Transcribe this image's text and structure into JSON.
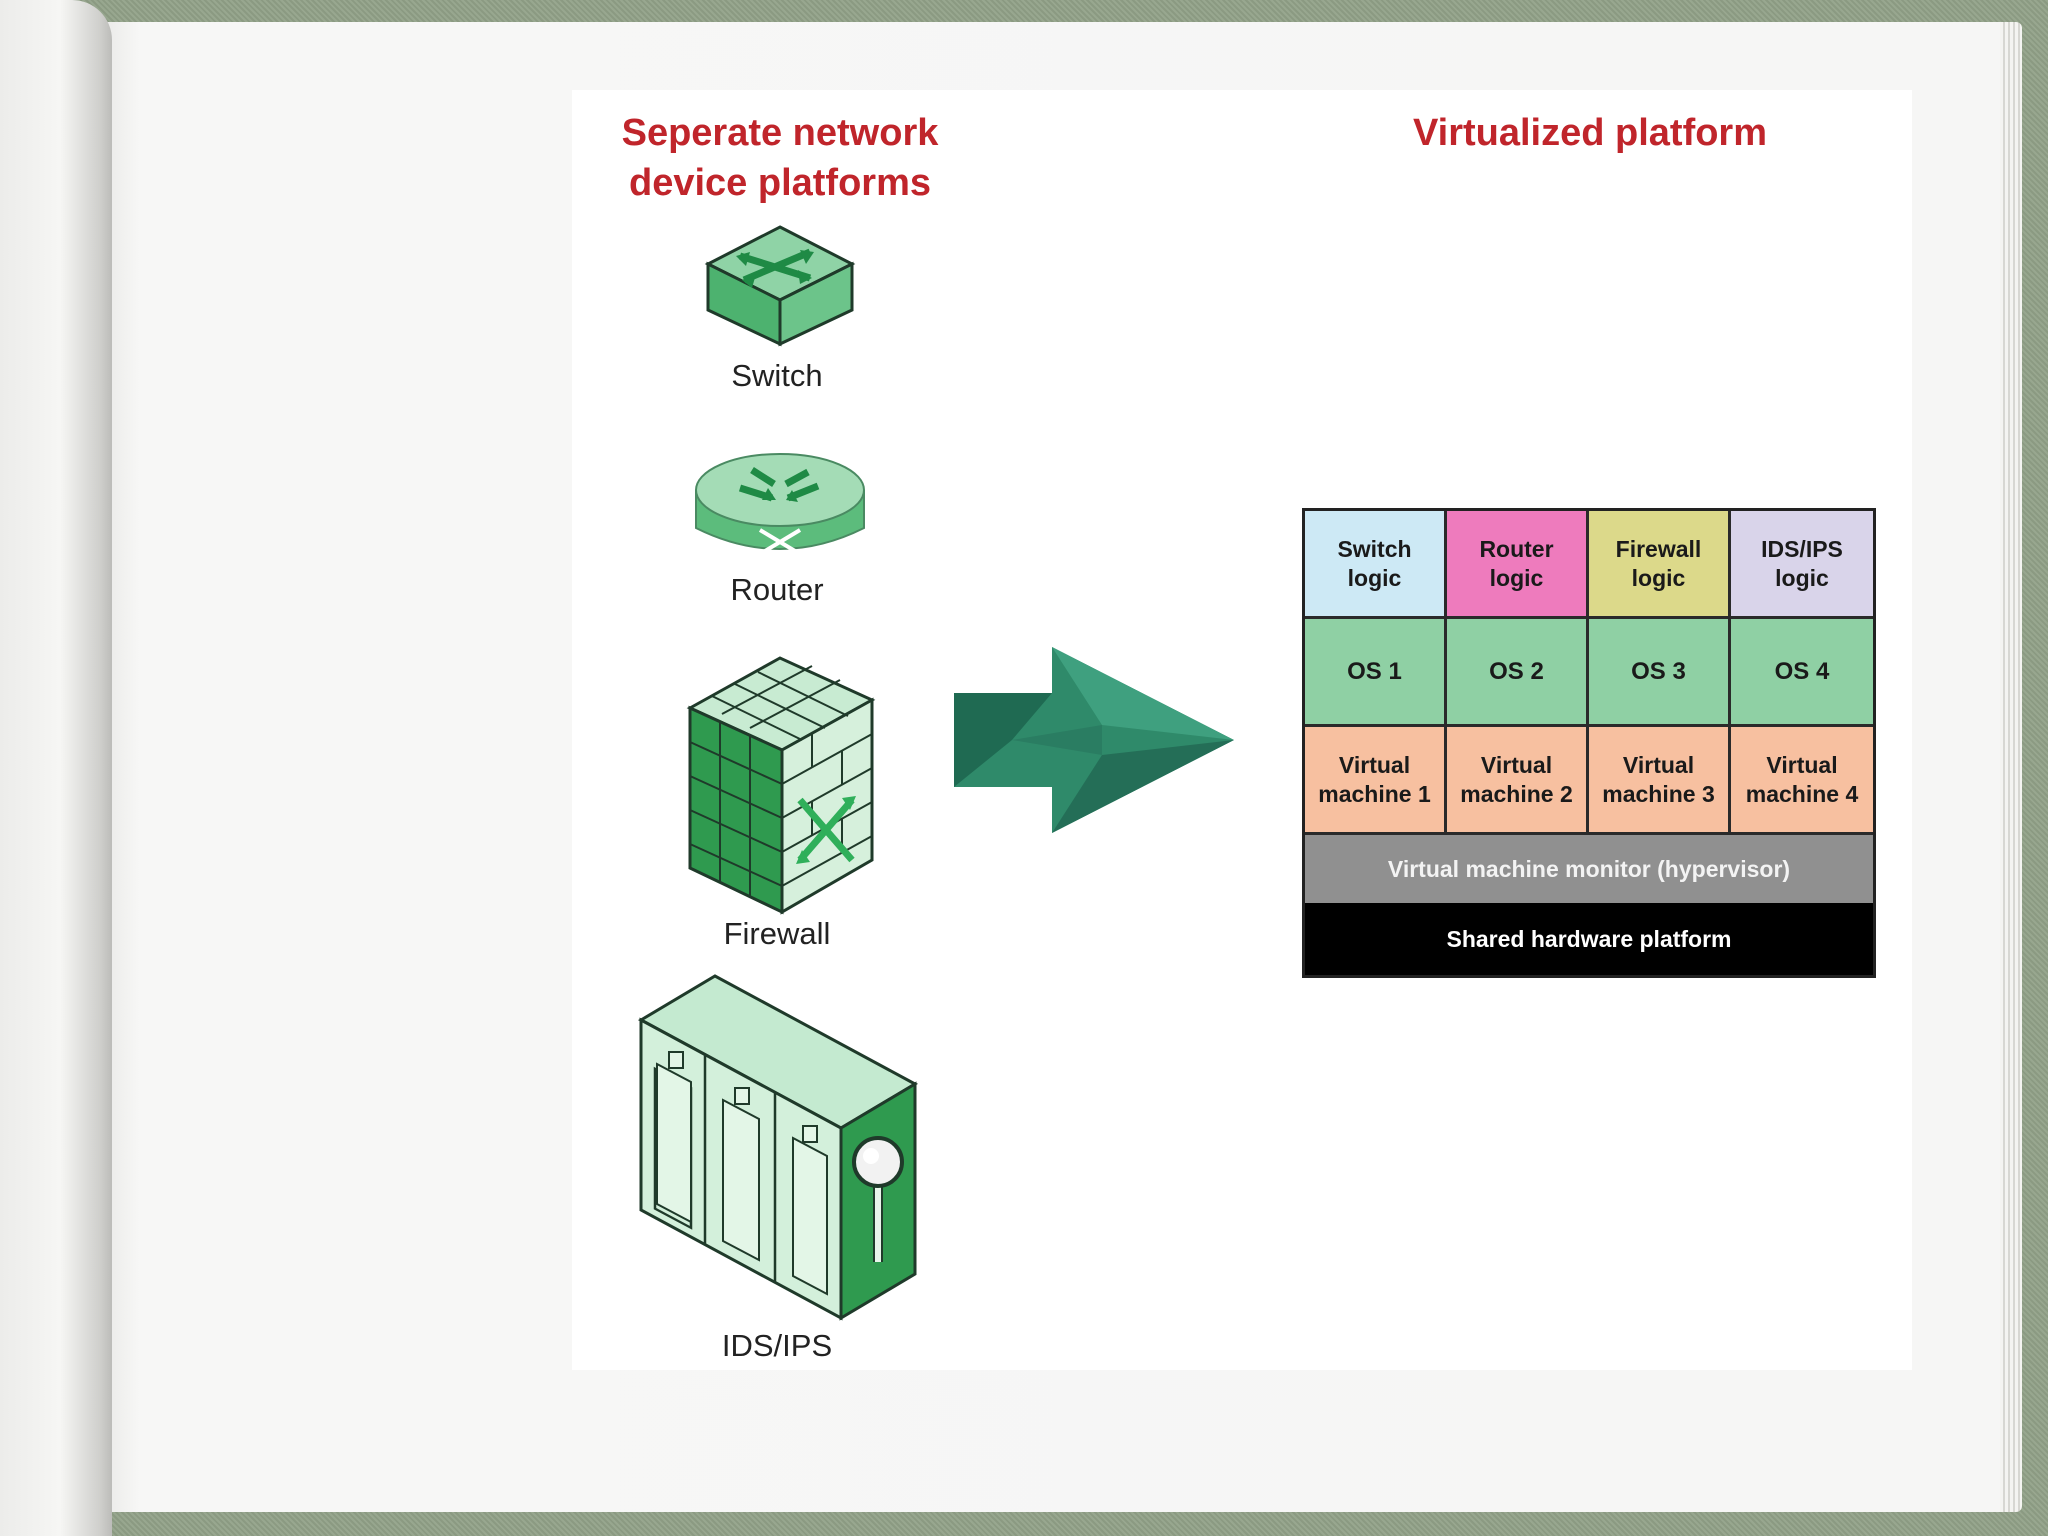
{
  "headings": {
    "left": "Seperate network device platforms",
    "right": "Virtualized platform"
  },
  "devices": [
    {
      "label": "Switch",
      "icon": "switch-icon"
    },
    {
      "label": "Router",
      "icon": "router-icon"
    },
    {
      "label": "Firewall",
      "icon": "firewall-icon"
    },
    {
      "label": "IDS/IPS",
      "icon": "ids-ips-server-icon"
    }
  ],
  "stack": {
    "logic": [
      {
        "label": "Switch logic",
        "color": "#cde9f5"
      },
      {
        "label": "Router logic",
        "color": "#ee7bbd"
      },
      {
        "label": "Firewall logic",
        "color": "#dcd98a"
      },
      {
        "label": "IDS/IPS logic",
        "color": "#d9d4ea"
      }
    ],
    "os": [
      "OS 1",
      "OS 2",
      "OS 3",
      "OS 4"
    ],
    "vms": [
      "Virtual machine 1",
      "Virtual machine 2",
      "Virtual machine 3",
      "Virtual machine 4"
    ],
    "hypervisor": "Virtual machine monitor (hypervisor)",
    "hardware": "Shared hardware platform"
  },
  "colors": {
    "heading": "#c0252b",
    "device_green": "#3aa35a",
    "device_light": "#c9ecd3",
    "arrow": "#2f8a6a"
  }
}
